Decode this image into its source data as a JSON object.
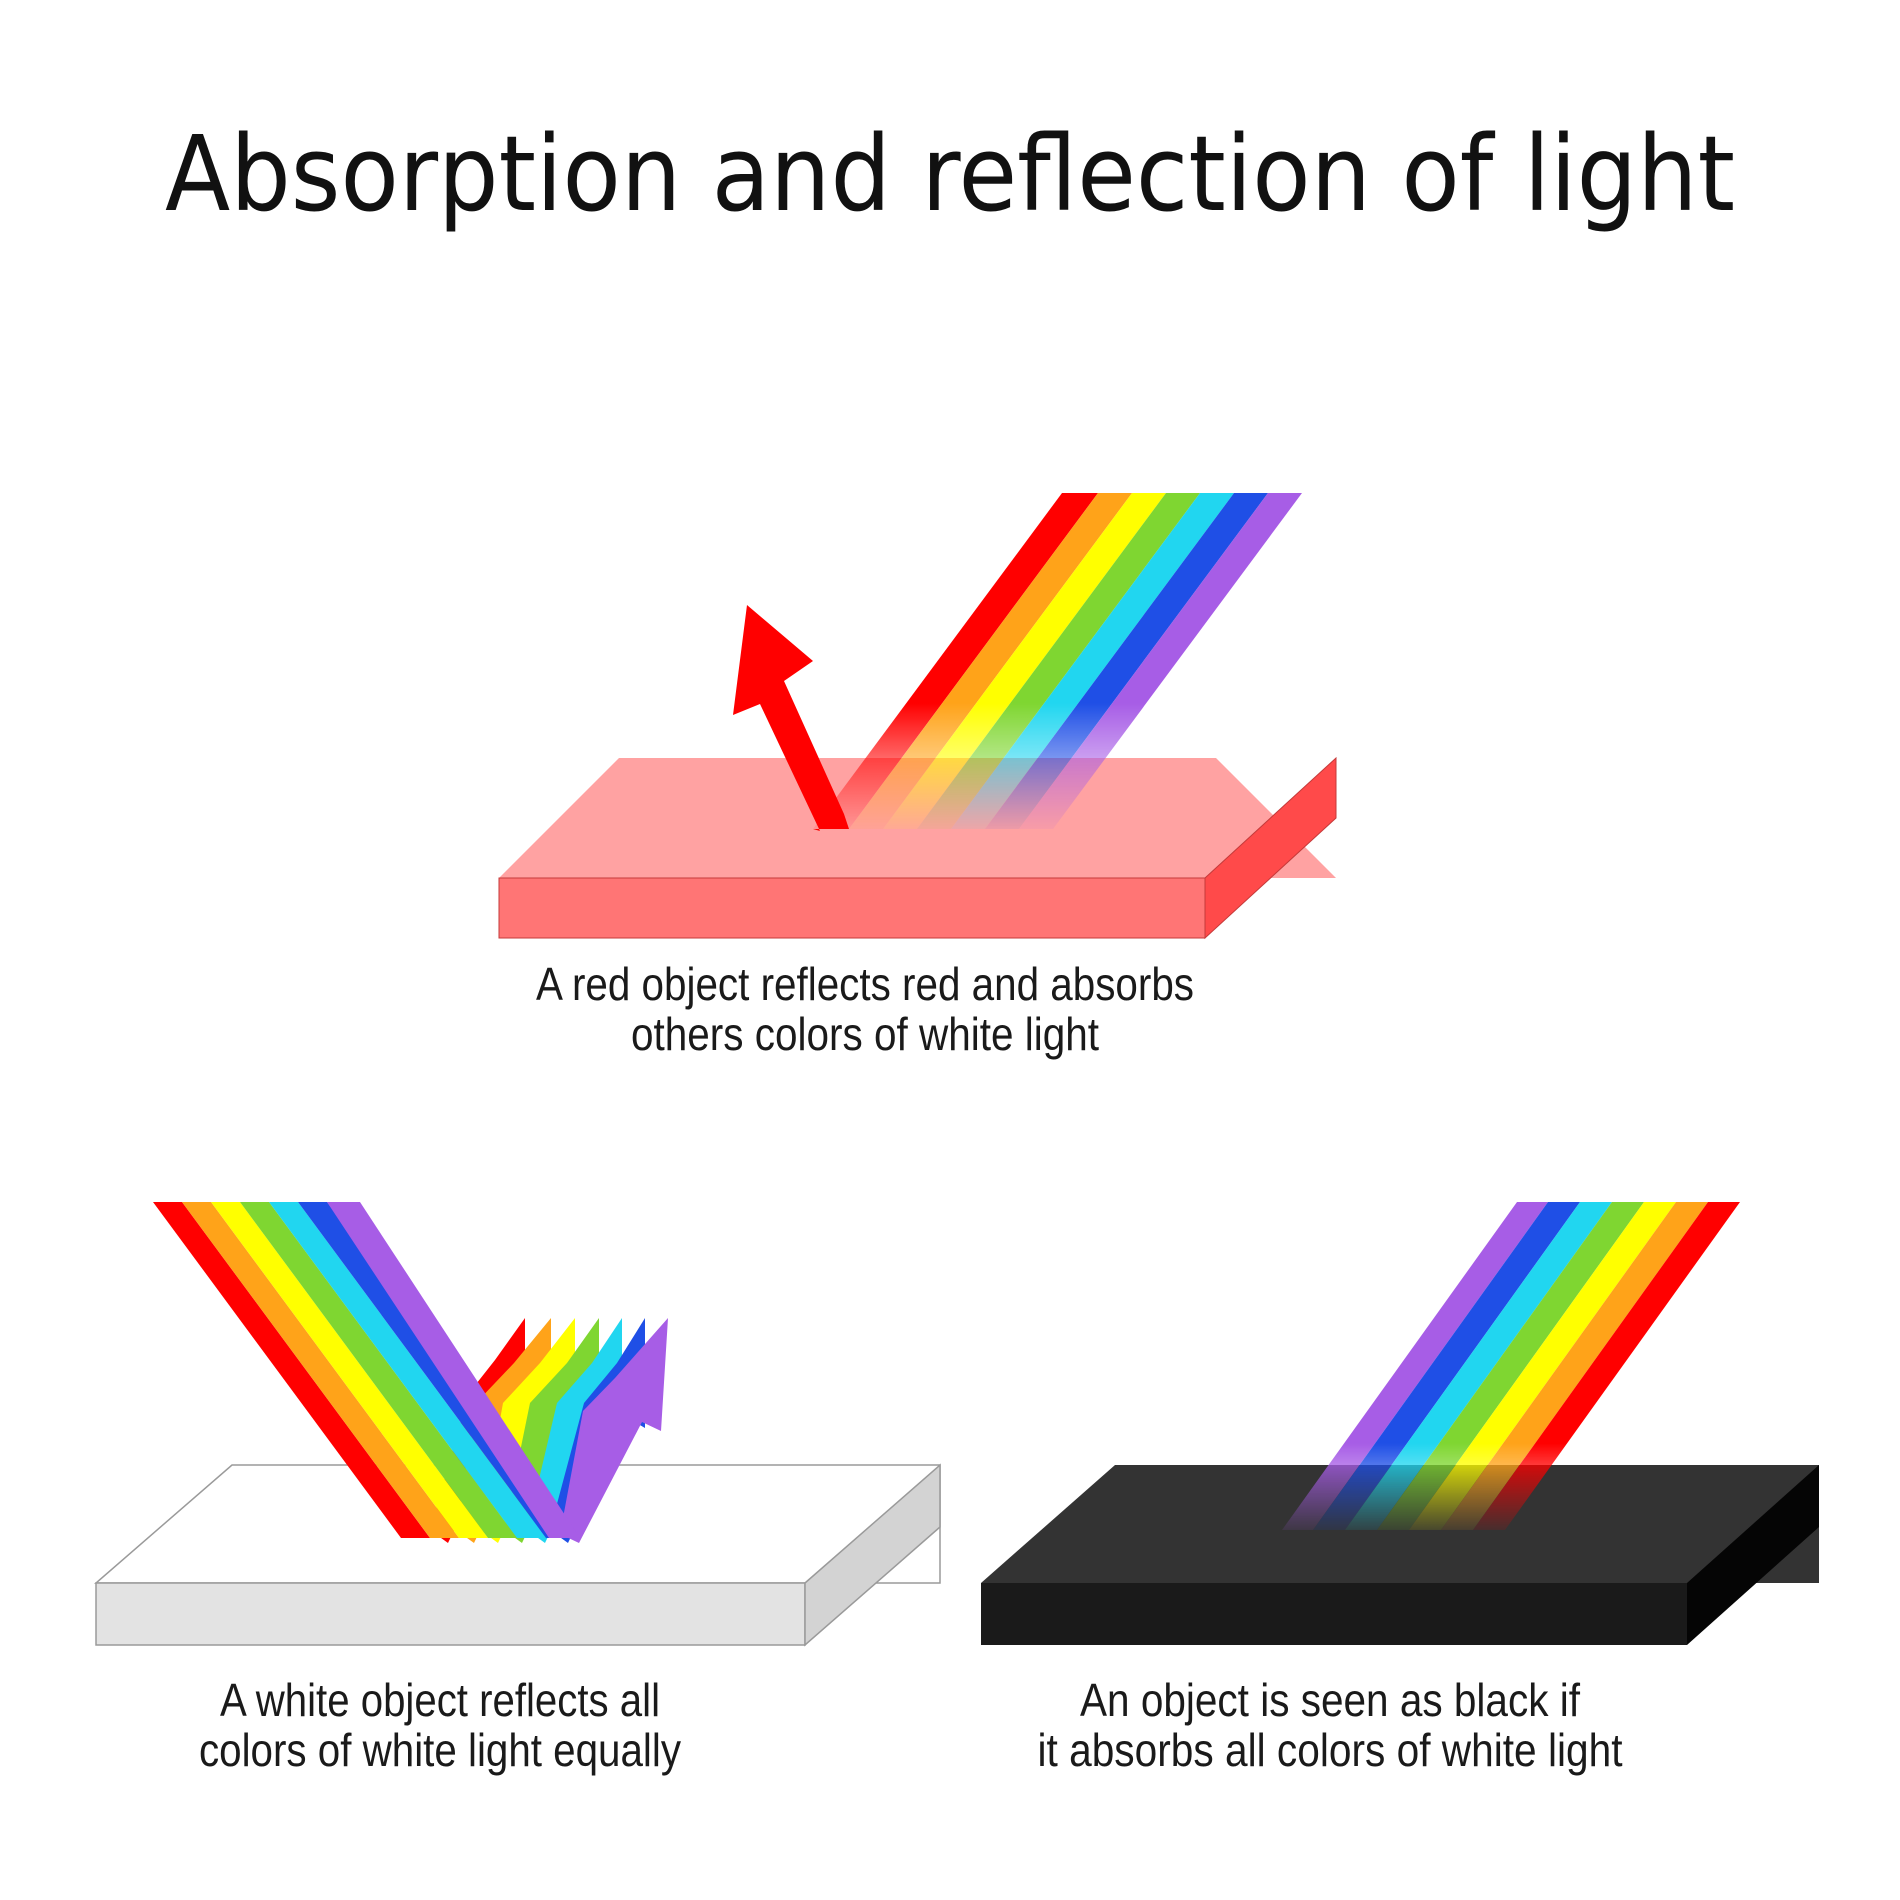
{
  "title": "Absorption and reflection of light",
  "spectrum_colors": {
    "red": "#ff0000",
    "orange": "#ffa319",
    "yellow": "#ffff00",
    "green": "#7fd631",
    "cyan": "#21d6f0",
    "blue": "#1f4fe6",
    "violet": "#a75de6"
  },
  "objects": {
    "red": {
      "top_color": "#ffa2a2",
      "front_color": "#ff7575",
      "side_color": "#ff4a4a",
      "caption_line1": "A red object reflects red and absorbs",
      "caption_line2": "others colors of white light"
    },
    "white": {
      "top_color": "#ffffff",
      "front_color": "#e3e3e3",
      "side_color": "#d3d3d3",
      "caption_line1": "A white object reflects all",
      "caption_line2": "colors of white light equally"
    },
    "black": {
      "top_color": "#333333",
      "front_color": "#1a1a1a",
      "side_color": "#050505",
      "caption_line1": "An object is seen as black if",
      "caption_line2": "it absorbs all colors of white light"
    }
  }
}
